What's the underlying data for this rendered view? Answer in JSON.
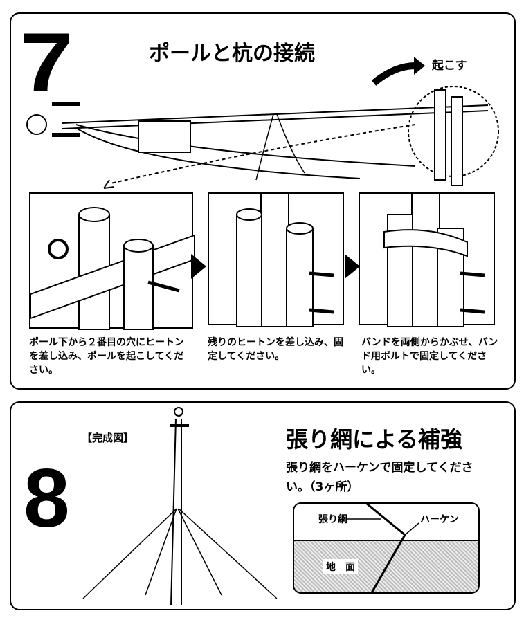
{
  "step7": {
    "number": "7",
    "title": "ポールと杭の接続",
    "raise_label": "起こす",
    "steps": [
      {
        "caption": "ポール下から２番目の穴にヒートンを差し込み、ポールを起こしてください。"
      },
      {
        "caption": "残りのヒートンを差し込み、固定してください。"
      },
      {
        "caption": "バンドを両側からかぶせ、バンド用ボルトで固定してください。"
      }
    ]
  },
  "step8": {
    "number": "8",
    "completed_label": "【完成図】",
    "title": "張り網による補強",
    "instruction": "張り網をハーケンで固定してください。（3ヶ所）",
    "detail": {
      "guy_wire_label": "張り網",
      "peg_label": "ハーケン",
      "ground_label": "地　面"
    }
  }
}
